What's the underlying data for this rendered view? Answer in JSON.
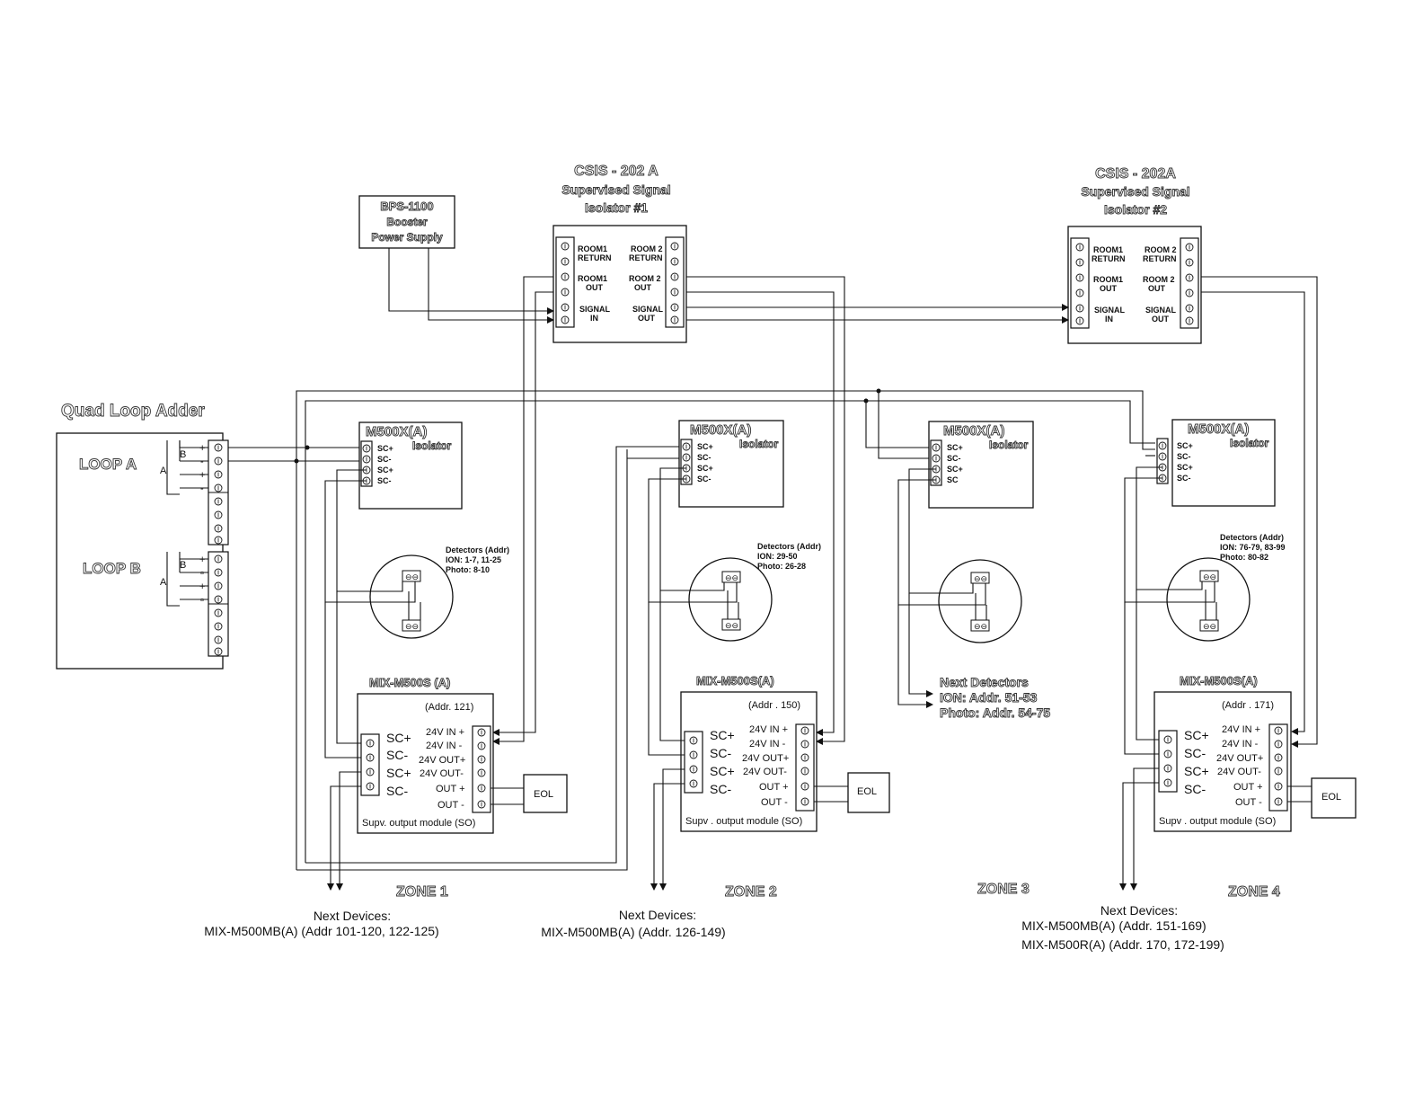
{
  "quad_loop": {
    "title": "Quad Loop Adder",
    "loop_a": "LOOP A",
    "loop_b": "LOOP B",
    "wire_b": "B",
    "wire_a": "A",
    "pol_pos": "+",
    "pol_neg": "-",
    "pol_neg_b": "▫"
  },
  "bps": {
    "title": "BPS-1100",
    "line2": "Booster",
    "line3": "Power Supply"
  },
  "csis1": {
    "title": "CSIS - 202 A",
    "line2": "Supervised Signal",
    "line3": "Isolator #1",
    "room1_return_a": "ROOM1",
    "room1_return_b": "RETURN",
    "room1_out_a": "ROOM1",
    "room1_out_b": "OUT",
    "signal_in_a": "SIGNAL",
    "signal_in_b": "IN",
    "room2_return_a": "ROOM 2",
    "room2_return_b": "RETURN",
    "room2_out_a": "ROOM 2",
    "room2_out_b": "OUT",
    "signal_out_a": "SIGNAL",
    "signal_out_b": "OUT"
  },
  "csis2": {
    "title": "CSIS - 202A",
    "line2": "Supervised Signal",
    "line3": "Isolator #2",
    "room1_return_a": "ROOM1",
    "room1_return_b": "RETURN",
    "room1_out_a": "ROOM1",
    "room1_out_b": "OUT",
    "signal_in_a": "SIGNAL",
    "signal_in_b": "IN",
    "room2_return_a": "ROOM 2",
    "room2_return_b": "RETURN",
    "room2_out_a": "ROOM 2",
    "room2_out_b": "OUT",
    "signal_out_a": "SIGNAL",
    "signal_out_b": "OUT"
  },
  "isolators": [
    {
      "title": "M500X(A)",
      "sub": "Isolator",
      "t1": "SC+",
      "t2": "SC-",
      "t3": "SC+",
      "t4": "SC-"
    },
    {
      "title": "M500X(A)",
      "sub": "Isolator",
      "t1": "SC+",
      "t2": "SC-",
      "t3": "SC+",
      "t4": "SC-"
    },
    {
      "title": "M500X(A)",
      "sub": "Isolator",
      "t1": "SC+",
      "t2": "SC-",
      "t3": "SC+",
      "t4": "SC"
    },
    {
      "title": "M500X(A)",
      "sub": "Isolator",
      "t1": "SC+",
      "t2": "SC-",
      "t3": "SC+",
      "t4": "SC-"
    }
  ],
  "detectors": [
    {
      "l1": "Detectors (Addr)",
      "l2": "ION: 1-7, 11-25",
      "l3": "Photo: 8-10"
    },
    {
      "l1": "Detectors (Addr)",
      "l2": "ION: 29-50",
      "l3": "Photo: 26-28"
    },
    {
      "l1": "",
      "l2": "",
      "l3": ""
    },
    {
      "l1": "Detectors (Addr)",
      "l2": "ION: 76-79, 83-99",
      "l3": "Photo: 80-82"
    }
  ],
  "modules": [
    {
      "title": "MIX-M500S (A)",
      "addr": "(Addr. 121)",
      "footer": "Supv. output module  (SO)"
    },
    {
      "title": "MIX-M500S(A)",
      "addr": "(Addr . 150)",
      "footer": "Supv . output module  (SO)"
    },
    {
      "title": "MIX-M500S(A)",
      "addr": "(Addr . 171)",
      "footer": "Supv . output module  (SO)"
    }
  ],
  "module_labels": {
    "sc_pos": "SC+",
    "sc_neg": "SC-",
    "v24_in_pos": "24V IN  +",
    "v24_in_neg": "24V IN  -",
    "v24_out_pos": "24V OUT+",
    "v24_out_neg": "24V OUT-",
    "out_pos": "OUT +",
    "out_neg": "OUT -",
    "eol": "EOL"
  },
  "next_detectors": {
    "l1": "Next Detectors",
    "l2": "ION: Addr. 51-53",
    "l3": "Photo: Addr. 54-75"
  },
  "zones": [
    "ZONE 1",
    "ZONE 2",
    "ZONE 3",
    "ZONE 4"
  ],
  "next_devices": [
    {
      "l1": "Next Devices:",
      "l2": "MIX-M500MB(A) (Addr 101-120, 122-125)",
      "l3": ""
    },
    {
      "l1": "Next Devices:",
      "l2": "MIX-M500MB(A) (Addr. 126-149)",
      "l3": ""
    },
    {
      "l1": "Next Devices:",
      "l2": "MIX-M500MB(A) (Addr. 151-169)",
      "l3": "MIX-M500R(A) (Addr. 170, 172-199)"
    }
  ]
}
